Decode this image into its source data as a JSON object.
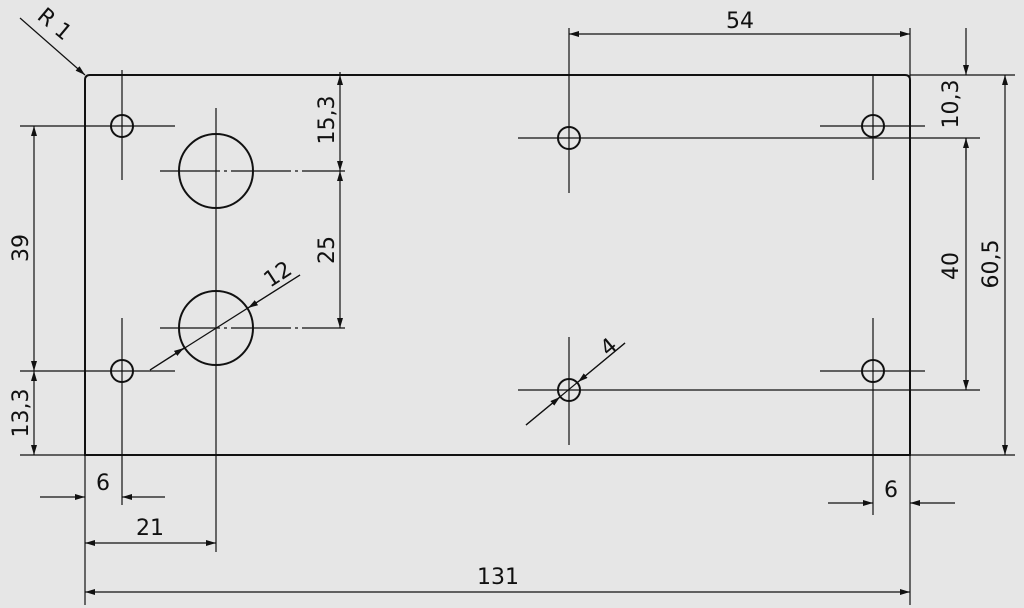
{
  "drawing": {
    "dimensions": {
      "corner_radius": "R 1",
      "hole_spacing_top": "54",
      "top_offset": "10,3",
      "hole_pitch_vertical": "40",
      "overall_height": "60,5",
      "large_hole_top_offset": "15,3",
      "large_hole_pitch": "25",
      "large_hole_diameter": "12",
      "small_hole_diameter": "4",
      "left_hole_pitch": "39",
      "bottom_offset": "13,3",
      "left_edge_offset": "6",
      "right_edge_offset": "6",
      "large_hole_left_offset": "21",
      "overall_width": "131"
    },
    "colors": {
      "background": "#e6e6e6",
      "line": "#111111"
    }
  }
}
